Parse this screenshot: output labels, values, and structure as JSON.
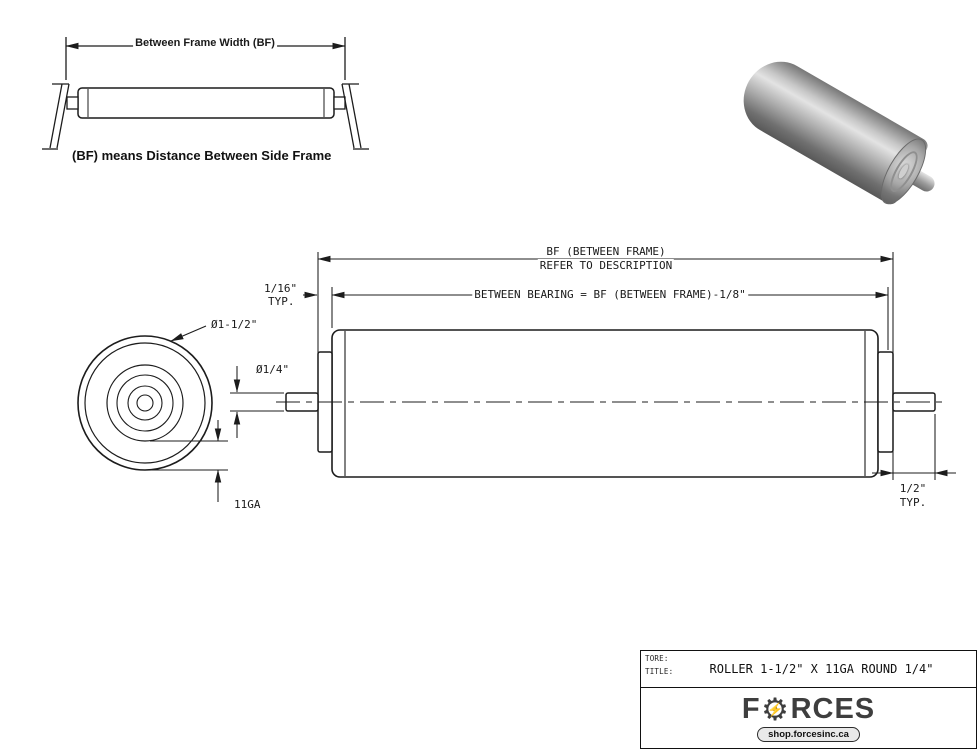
{
  "inset": {
    "dim_label": "Between Frame Width (BF)",
    "caption": "(BF) means Distance Between Side Frame"
  },
  "drawing": {
    "bf_line1": "BF (BETWEEN FRAME)",
    "bf_line2": "REFER TO DESCRIPTION",
    "between_bearing": "BETWEEN BEARING = BF (BETWEEN FRAME)-1/8\"",
    "gap_value": "1/16\"",
    "gap_typ": "TYP.",
    "shaft_dia": "Ø1/4\"",
    "roller_dia": "Ø1-1/2\"",
    "wall_gauge": "11GA",
    "offset_value": "1/2\"",
    "offset_typ": "TYP."
  },
  "title_block": {
    "label_store": "TORE:",
    "label_title": "TITLE:",
    "title": "ROLLER 1-1/2\" X 11GA ROUND 1/4\"",
    "logo_part1": "F",
    "logo_part2": "RCES",
    "gear_glyph": "⚙",
    "bolt_glyph": "⚡",
    "logo_url": "shop.forcesinc.ca"
  },
  "colors": {
    "line": "#1c1c1c",
    "accent_yellow": "#f2a71b"
  }
}
